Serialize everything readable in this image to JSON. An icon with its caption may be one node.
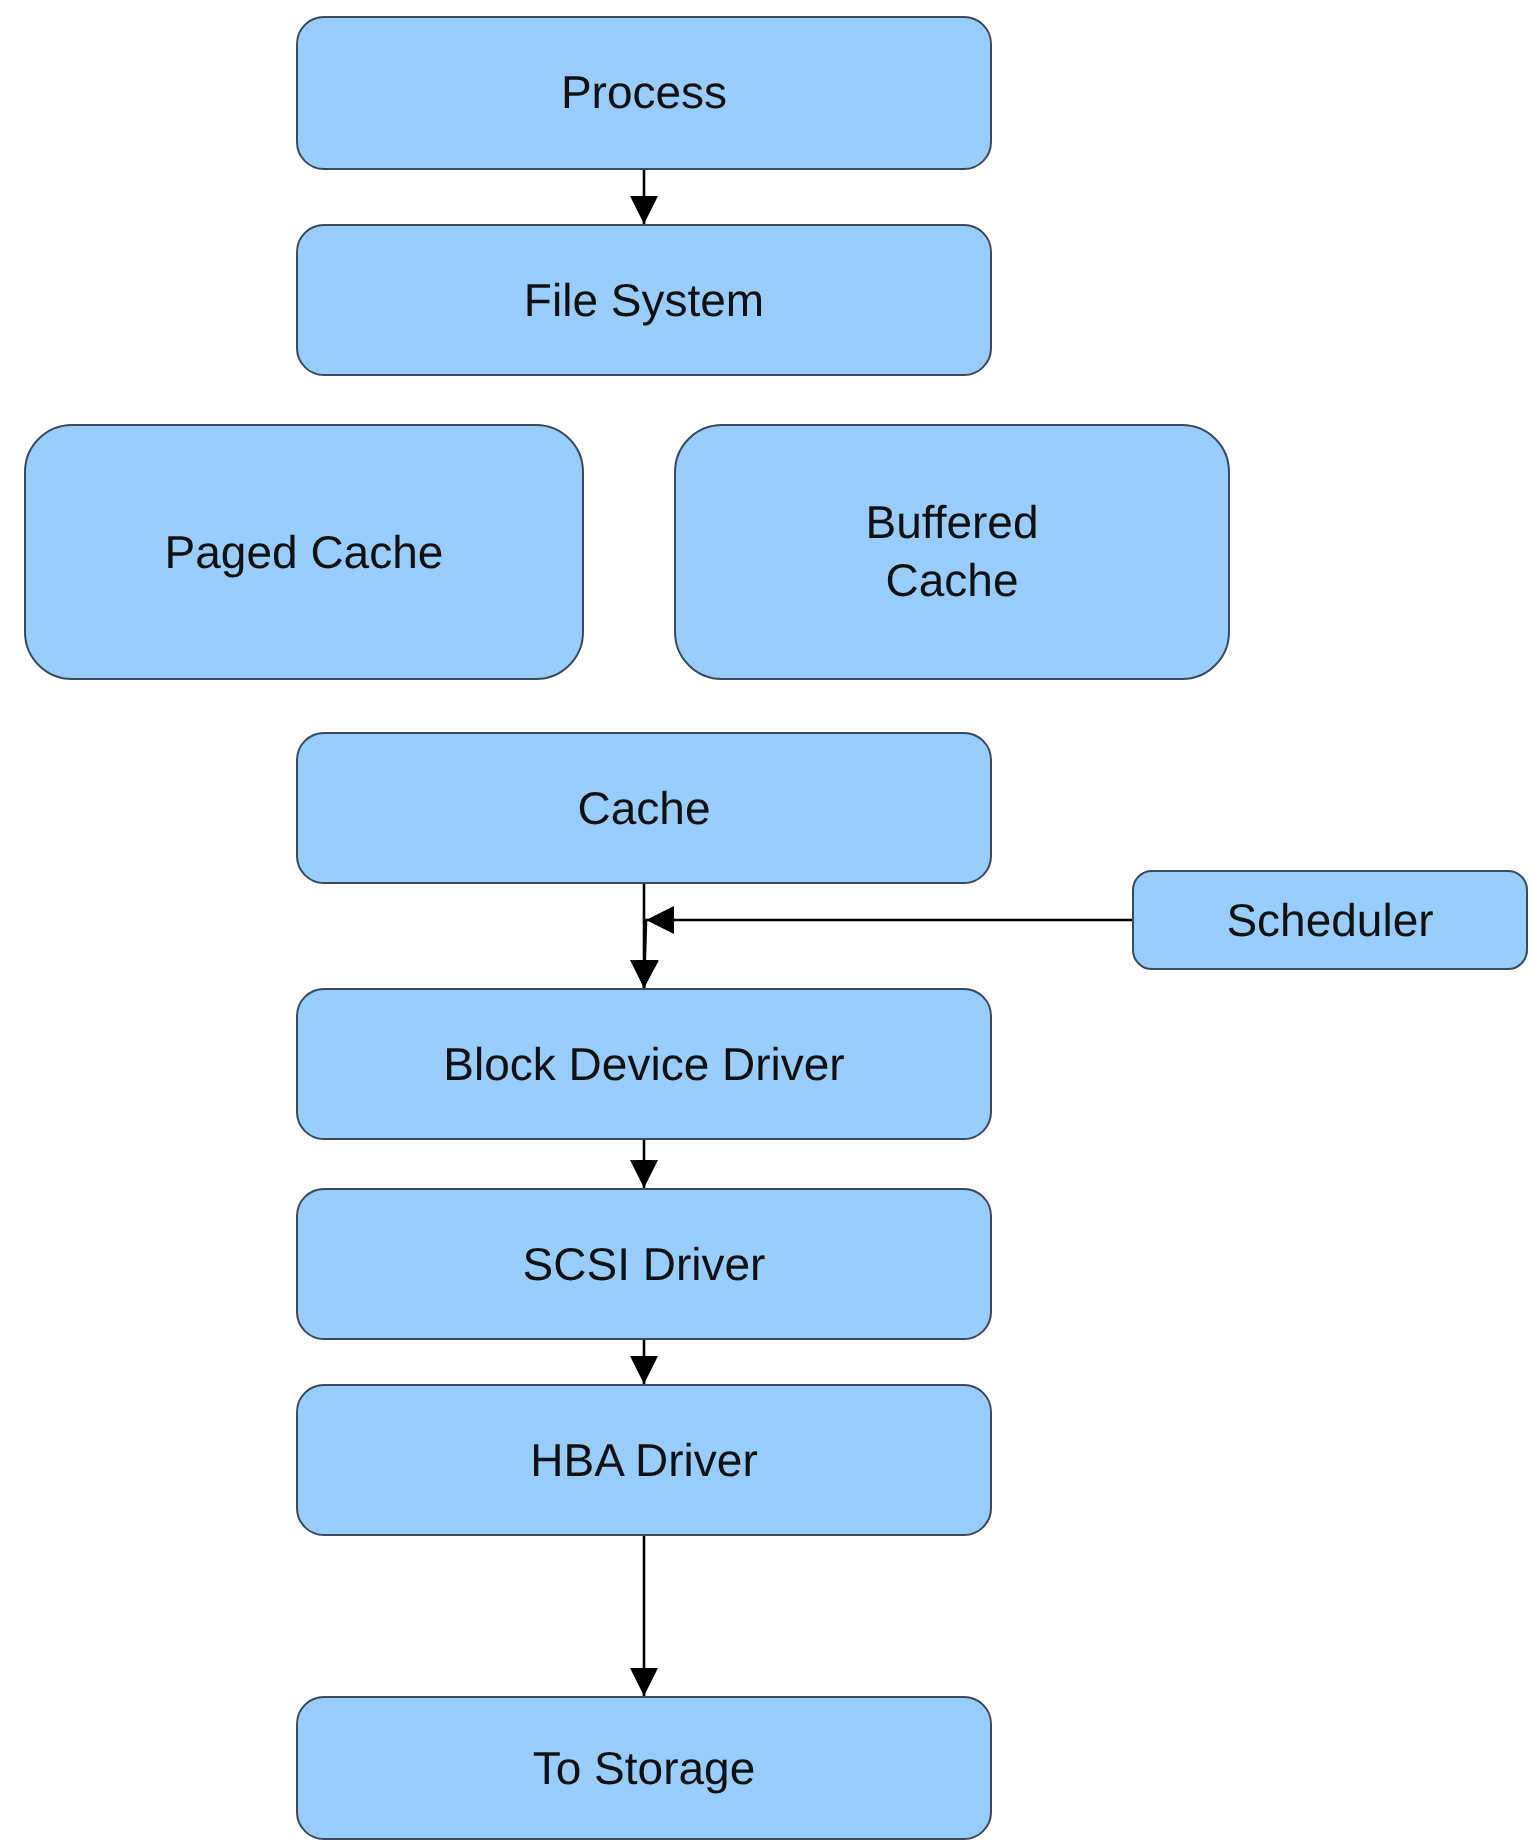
{
  "diagram": {
    "nodes": [
      {
        "text": [
          "Process"
        ]
      },
      {
        "text": [
          "File System"
        ]
      },
      {
        "text": [
          "Paged Cache"
        ]
      },
      {
        "text": [
          "Buffered Cache"
        ]
      },
      {
        "text": [
          "Cache"
        ]
      },
      {
        "text": [
          "Scheduler"
        ]
      },
      {
        "text": [
          "Block Device Driver"
        ]
      },
      {
        "text": [
          "SCSI Driver"
        ]
      },
      {
        "text": [
          "HBA Driver"
        ]
      },
      {
        "text": [
          "To Storage"
        ]
      }
    ],
    "edges": [
      {
        "from": 0,
        "to": 1,
        "arrow": "to"
      },
      {
        "from": 4,
        "to": 6,
        "arrow": "to"
      },
      {
        "from": 5,
        "to": 6,
        "arrow": "to"
      },
      {
        "from": 6,
        "to": 7,
        "arrow": "to"
      },
      {
        "from": 7,
        "to": 8,
        "arrow": "to"
      },
      {
        "from": 8,
        "to": 9,
        "arrow": "to"
      }
    ]
  }
}
